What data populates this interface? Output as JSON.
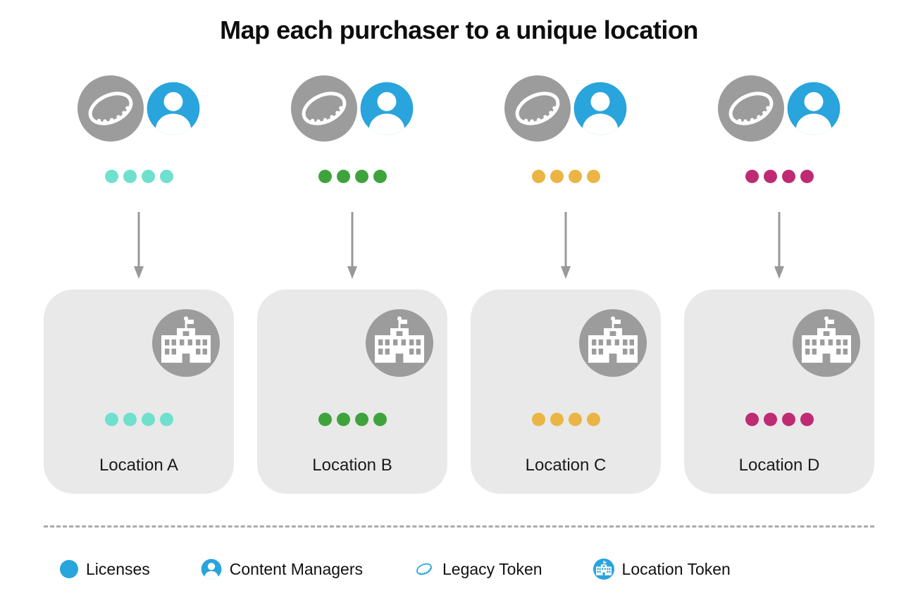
{
  "title": "Map each purchaser to a unique location",
  "colors": {
    "blue": "#29A4DC",
    "gray": "#9C9C9C",
    "box_bg": "#E9E9E9",
    "arrow": "#999999",
    "divider": "#AAAAAA"
  },
  "columns": [
    {
      "id": "A",
      "label": "Location A",
      "dot_color": "#6FE0CE",
      "dot_count": 4
    },
    {
      "id": "B",
      "label": "Location B",
      "dot_color": "#3FA33C",
      "dot_count": 4
    },
    {
      "id": "C",
      "label": "Location C",
      "dot_color": "#EAB545",
      "dot_count": 4
    },
    {
      "id": "D",
      "label": "Location D",
      "dot_color": "#BE2B73",
      "dot_count": 4
    }
  ],
  "legend": {
    "items": [
      {
        "label": "Licenses",
        "icon": "license-dot-icon",
        "color": "#29A4DC"
      },
      {
        "label": "Content Managers",
        "icon": "person-icon",
        "color": "#29A4DC"
      },
      {
        "label": "Legacy Token",
        "icon": "coin-icon",
        "color": "#29A4DC"
      },
      {
        "label": "Location Token",
        "icon": "building-icon",
        "color": "#29A4DC"
      }
    ]
  }
}
